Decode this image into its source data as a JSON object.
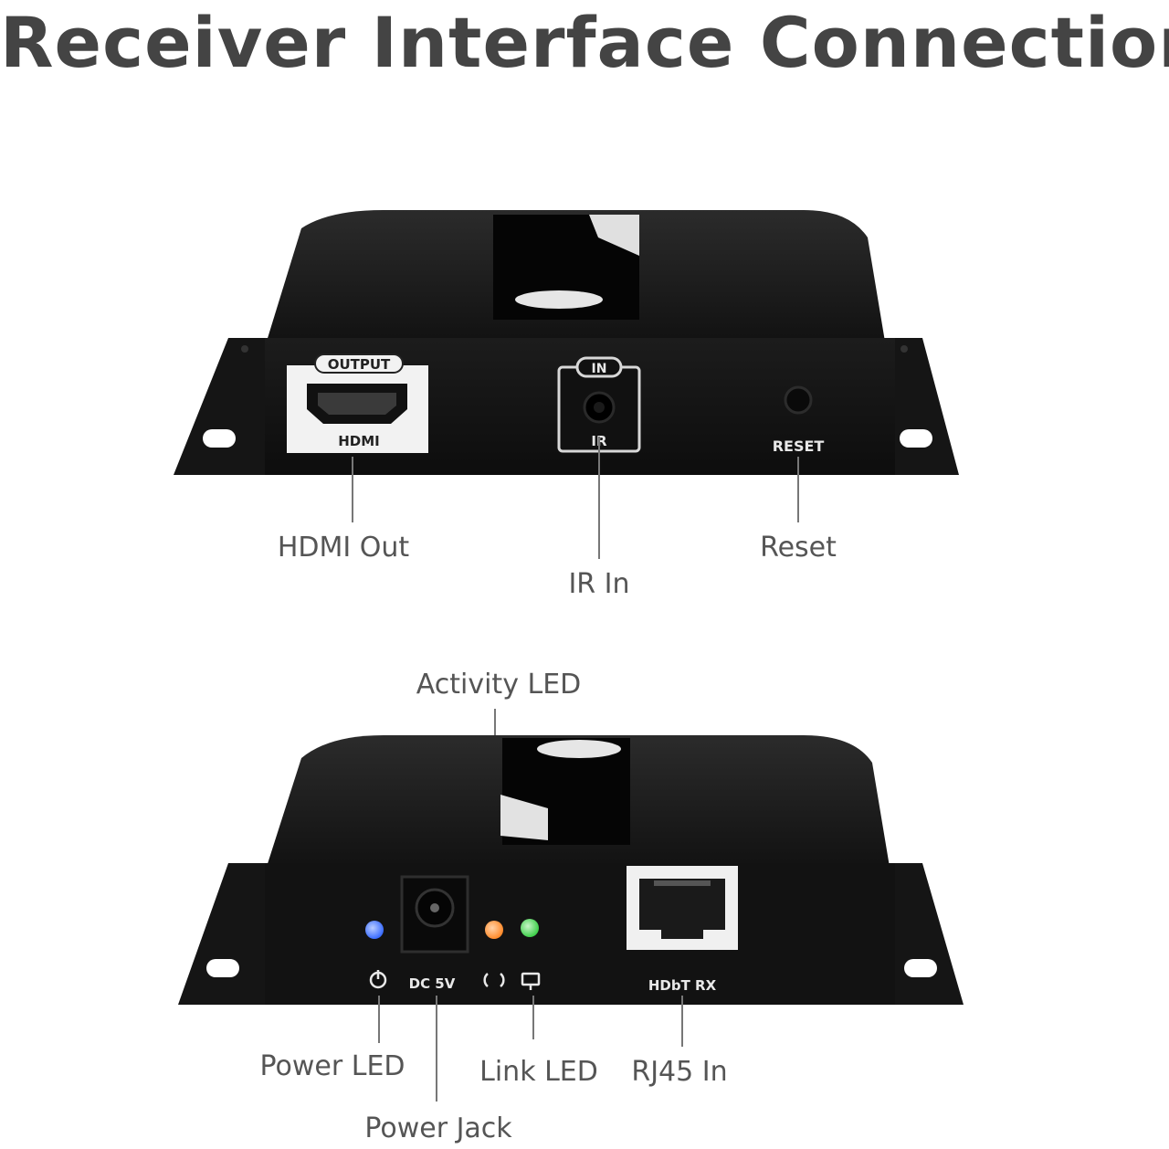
{
  "title": "Receiver Interface Connection",
  "top_panel": {
    "port_labels": {
      "hdmi_top": "OUTPUT",
      "hdmi_bottom": "HDMI",
      "ir_top": "IN",
      "ir_bottom": "IR",
      "reset": "RESET"
    },
    "callouts": {
      "hdmi_out": "HDMI Out",
      "ir_in": "IR In",
      "reset": "Reset"
    }
  },
  "bottom_panel": {
    "port_labels": {
      "dc": "DC 5V",
      "rj45": "HDbT RX"
    },
    "led_colors": {
      "power": "#3a6cff",
      "activity": "#ff8a2a",
      "link": "#3ecf4a"
    },
    "callouts": {
      "activity_led": "Activity LED",
      "power_led": "Power LED",
      "power_jack": "Power Jack",
      "link_led": "Link LED",
      "rj45_in": "RJ45 In"
    }
  }
}
